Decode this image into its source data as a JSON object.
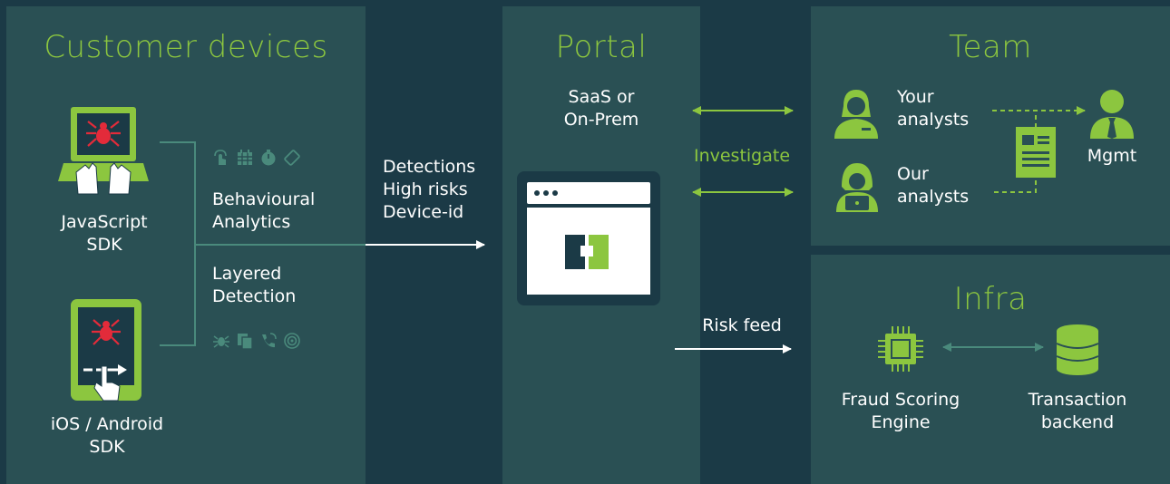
{
  "colors": {
    "background": "#1b3a46",
    "panel": "#2a5054",
    "accent": "#8cc63f",
    "alert": "#e32b3a",
    "muted": "#4a8a7c"
  },
  "customer_devices": {
    "title": "Customer devices",
    "js_sdk_label": "JavaScript\nSDK",
    "mobile_sdk_label": "iOS / Android\nSDK",
    "behavioural_label": "Behavioural\nAnalytics",
    "layered_label": "Layered\nDetection",
    "behavioural_icons": [
      "touch-icon",
      "calendar-icon",
      "stopwatch-icon",
      "rotate-icon"
    ],
    "layered_icons": [
      "bug-icon",
      "copy-icon",
      "phone-icon",
      "target-icon"
    ]
  },
  "flow": {
    "signals_label": "Detections\nHigh risks\nDevice-id"
  },
  "portal": {
    "title": "Portal",
    "deployment_label": "SaaS or\nOn-Prem",
    "investigate_label": "Investigate",
    "risk_feed_label": "Risk feed"
  },
  "team": {
    "title": "Team",
    "your_analysts_label": "Your\nanalysts",
    "our_analysts_label": "Our\nanalysts",
    "mgmt_label": "Mgmt"
  },
  "infra": {
    "title": "Infra",
    "fraud_engine_label": "Fraud Scoring\nEngine",
    "transaction_label": "Transaction\nbackend"
  }
}
